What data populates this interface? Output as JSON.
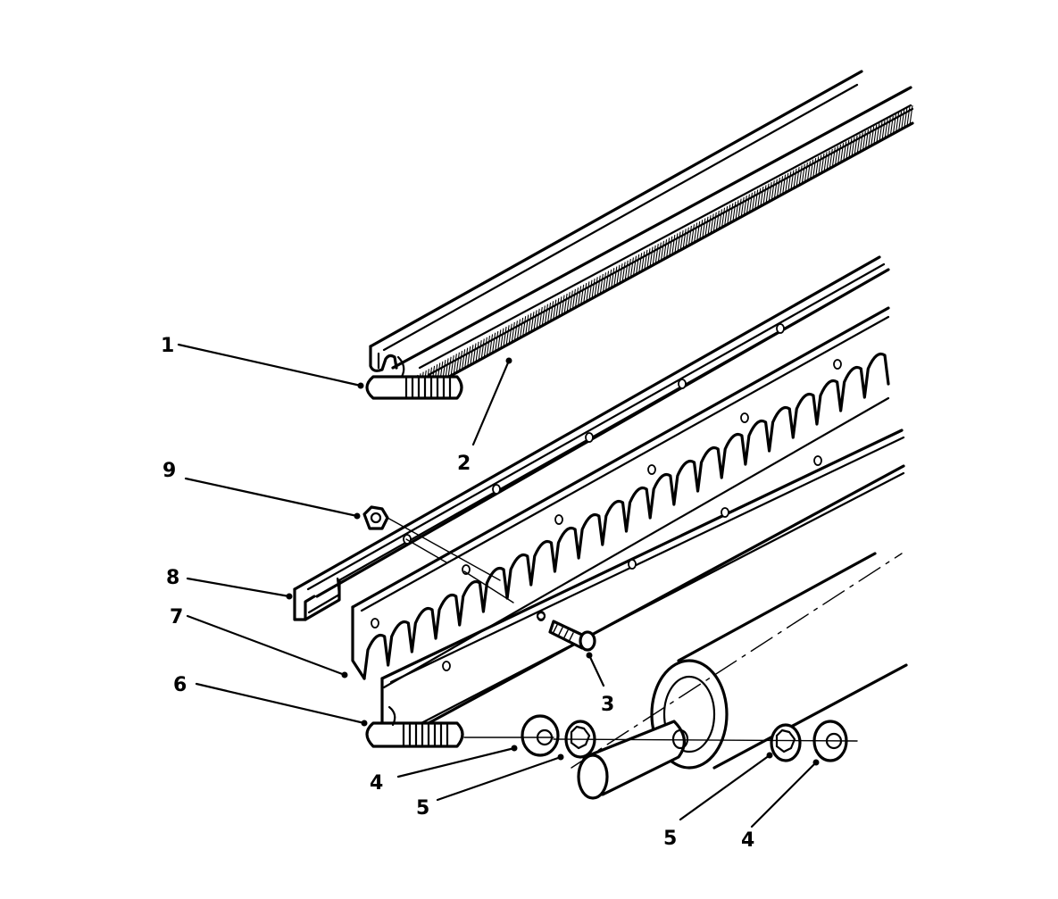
{
  "callouts": [
    {
      "id": "1",
      "label": "1",
      "part": "brush-holder-bolt"
    },
    {
      "id": "2",
      "label": "2",
      "part": "brush-strip"
    },
    {
      "id": "3",
      "label": "3",
      "part": "screw"
    },
    {
      "id": "4a",
      "label": "4",
      "part": "nut"
    },
    {
      "id": "5a",
      "label": "5",
      "part": "lock-washer"
    },
    {
      "id": "6",
      "label": "6",
      "part": "mounting-bolt"
    },
    {
      "id": "7",
      "label": "7",
      "part": "serrated-blade"
    },
    {
      "id": "8",
      "label": "8",
      "part": "channel-retainer"
    },
    {
      "id": "9",
      "label": "9",
      "part": "hex-nut"
    },
    {
      "id": "5b",
      "label": "5",
      "part": "lock-washer"
    },
    {
      "id": "4b",
      "label": "4",
      "part": "nut"
    }
  ]
}
